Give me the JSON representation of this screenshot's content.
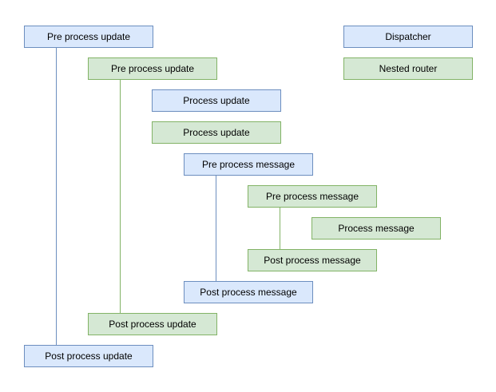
{
  "diagram": {
    "background": "#ffffff",
    "styles": {
      "dispatcher": {
        "fill": "#dae8fc",
        "border": "#6c8ebf"
      },
      "nested_router": {
        "fill": "#d5e8d4",
        "border": "#82b366"
      }
    },
    "legend": [
      {
        "label": "Dispatcher",
        "style": "dispatcher"
      },
      {
        "label": "Nested router",
        "style": "nested_router"
      }
    ],
    "nodes": [
      {
        "label": "Pre process update",
        "style": "dispatcher"
      },
      {
        "label": "Pre process update",
        "style": "nested_router"
      },
      {
        "label": "Process update",
        "style": "dispatcher"
      },
      {
        "label": "Process update",
        "style": "nested_router"
      },
      {
        "label": "Pre process message",
        "style": "dispatcher"
      },
      {
        "label": "Pre process message",
        "style": "nested_router"
      },
      {
        "label": "Process message",
        "style": "nested_router"
      },
      {
        "label": "Post process message",
        "style": "nested_router"
      },
      {
        "label": "Post process message",
        "style": "dispatcher"
      },
      {
        "label": "Post process update",
        "style": "nested_router"
      },
      {
        "label": "Post process update",
        "style": "dispatcher"
      }
    ],
    "connectors": [
      {
        "name": "dispatcher-update-lifeline",
        "style": "dispatcher"
      },
      {
        "name": "nested-router-update-lifeline",
        "style": "nested_router"
      },
      {
        "name": "dispatcher-message-lifeline",
        "style": "dispatcher"
      },
      {
        "name": "nested-router-message-lifeline",
        "style": "nested_router"
      }
    ]
  }
}
